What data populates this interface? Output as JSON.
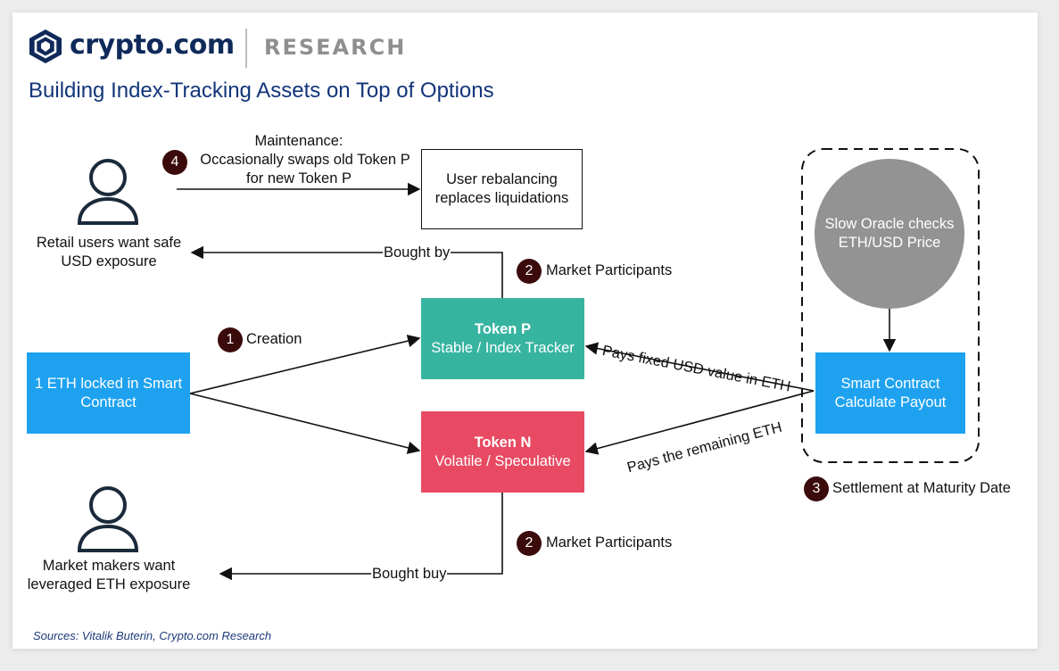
{
  "brand": {
    "name": "crypto.com",
    "section": "RESEARCH"
  },
  "title": "Building Index-Tracking Assets on Top of Options",
  "retail_label": [
    "Retail users want safe",
    "USD exposure"
  ],
  "mm_label": [
    "Market makers want",
    "leveraged ETH exposure"
  ],
  "maintenance": [
    "Maintenance:",
    "Occasionally swaps old Token P",
    "for new Token P"
  ],
  "rebalance_box": [
    "User rebalancing",
    "replaces liquidations"
  ],
  "eth_box": [
    "1 ETH locked in Smart",
    "Contract"
  ],
  "token_p": {
    "name": "Token P",
    "desc": "Stable / Index Tracker"
  },
  "token_n": {
    "name": "Token N",
    "desc": "Volatile / Speculative"
  },
  "oracle": [
    "Slow Oracle checks",
    "ETH/USD Price"
  ],
  "smart_contract": [
    "Smart Contract",
    "Calculate Payout"
  ],
  "steps": {
    "creation": {
      "num": "1",
      "label": "Creation"
    },
    "market_top": {
      "num": "2",
      "label": "Market Participants"
    },
    "market_bottom": {
      "num": "2",
      "label": "Market Participants"
    },
    "settlement": {
      "num": "3",
      "label": "Settlement at Maturity Date"
    },
    "maintenance": {
      "num": "4"
    }
  },
  "edge_labels": {
    "bought_by": "Bought by",
    "bought_buy": "Bought buy",
    "pays_fixed": "Pays fixed USD value in ETH",
    "pays_remaining": "Pays the remaining ETH"
  },
  "sources": "Sources: Vitalik Buterin, Crypto.com Research",
  "colors": {
    "token_p": "#37b4a0",
    "token_n": "#e84a63",
    "blue_box": "#1ea2f0",
    "oracle": "#939393",
    "badge": "#3b0b0b",
    "title": "#12357a"
  }
}
